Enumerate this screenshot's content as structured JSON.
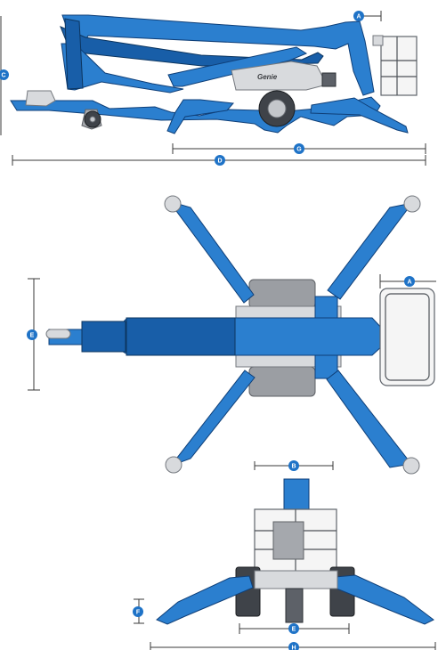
{
  "diagram": {
    "dimension_labels": {
      "a_top": "A",
      "c_side": "C",
      "g_side": "G",
      "d_side": "D",
      "a_plan": "A",
      "e_plan": "E",
      "b_front": "B",
      "f_front": "F",
      "e_front": "E",
      "h_front": "H"
    },
    "logo_text": "Genie",
    "colors": {
      "boom_blue": "#2b7fcf",
      "boom_blue_dark": "#185ea8",
      "badge_blue": "#1f73c7",
      "gray": "#a5a8ad",
      "dark_gray": "#5d6168"
    }
  }
}
